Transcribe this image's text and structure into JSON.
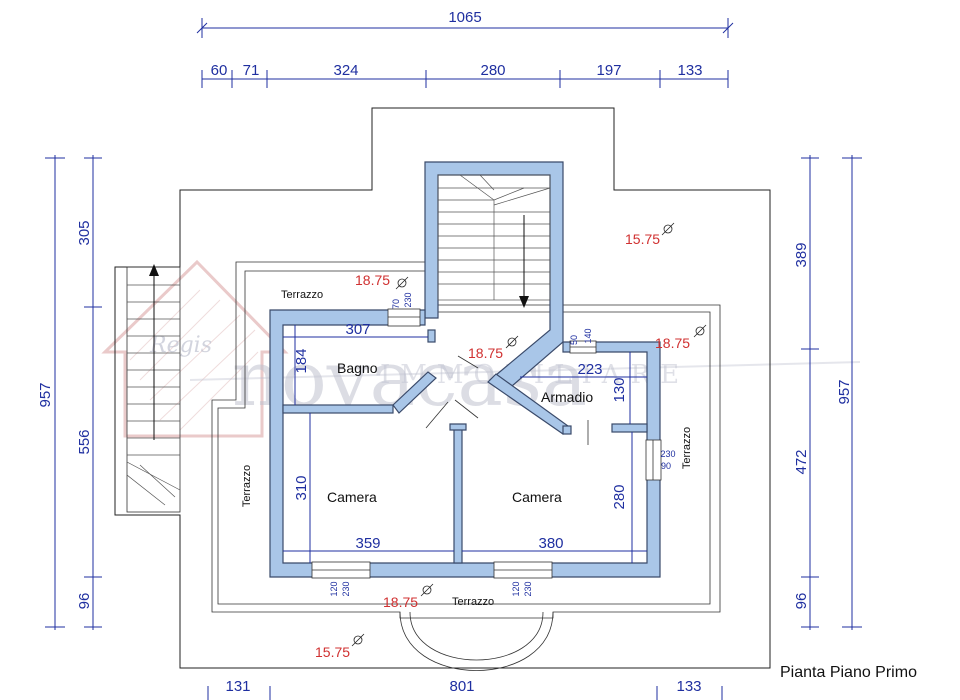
{
  "title": "Pianta Piano Primo",
  "dimensions": {
    "top_total": "1065",
    "top_segments": [
      "60",
      "71",
      "324",
      "280",
      "197",
      "133"
    ],
    "bottom_segments": [
      "131",
      "801",
      "133"
    ],
    "left_total": "957",
    "left_segments": [
      "305",
      "556",
      "96"
    ],
    "right_total": "957",
    "right_segments": [
      "389",
      "472",
      "96"
    ],
    "internal": {
      "bagno_width": "307",
      "bagno_height": "184",
      "armadio_width": "223",
      "armadio_height": "130",
      "camera_left_width": "359",
      "camera_left_height": "310",
      "camera_right_width": "380",
      "camera_right_height": "280"
    },
    "openings": {
      "terrazzo_door": [
        "70",
        "230"
      ],
      "armadio_window": [
        "50",
        "140"
      ],
      "right_window": [
        "230",
        "90"
      ],
      "camera_left_window": [
        "120",
        "230"
      ],
      "camera_right_window": [
        "120",
        "230"
      ]
    }
  },
  "levels": {
    "top_right": "15.75",
    "top_left_terrace": "18.75",
    "landing": "18.75",
    "right_terrace": "18.75",
    "bottom_terrace": "18.75",
    "bottom_left": "15.75"
  },
  "rooms": {
    "bagno": "Bagno",
    "armadio": "Armadio",
    "camera_left": "Camera",
    "camera_right": "Camera"
  },
  "terraces": {
    "top": "Terrazzo",
    "left": "Terrazzo",
    "right": "Terrazzo",
    "bottom": "Terrazzo"
  },
  "watermark": {
    "brand": "novacasa",
    "tagline": "IMMOBILIARE",
    "signature": "Regis"
  }
}
